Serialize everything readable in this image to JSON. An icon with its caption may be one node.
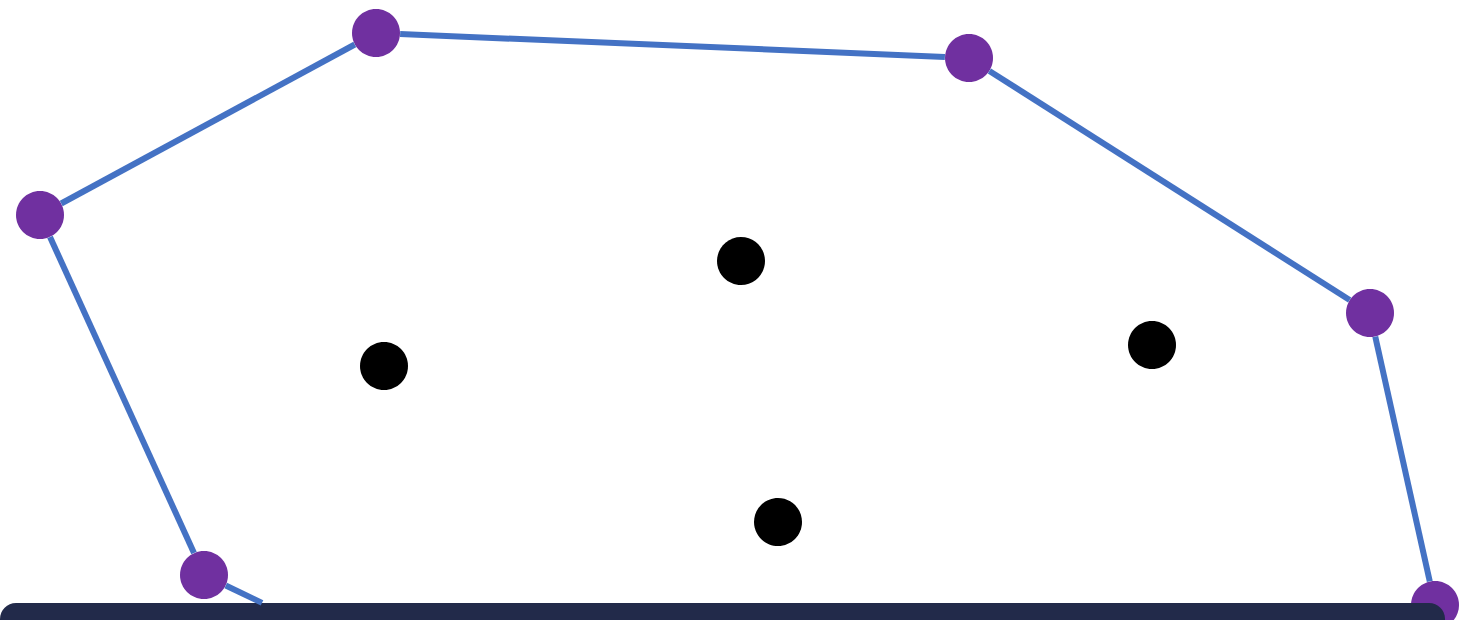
{
  "diagram": {
    "nodes": [
      {
        "text": [],
        "shape": "circle"
      },
      {
        "text": [],
        "shape": "circle"
      },
      {
        "text": [],
        "shape": "circle"
      },
      {
        "text": [],
        "shape": "circle"
      },
      {
        "text": [],
        "shape": "circle"
      },
      {
        "text": [],
        "shape": "circle"
      },
      {
        "text": [],
        "shape": "circle"
      },
      {
        "text": [],
        "shape": "circle"
      },
      {
        "text": [],
        "shape": "circle"
      },
      {
        "text": [],
        "shape": "circle"
      },
      {
        "text": [],
        "shape": "bar"
      }
    ],
    "edges": [
      {
        "from": 0,
        "to": 2,
        "arrow": "none"
      },
      {
        "from": 2,
        "to": 3,
        "arrow": "none"
      },
      {
        "from": 3,
        "to": 4,
        "arrow": "none"
      },
      {
        "from": 4,
        "to": 5,
        "arrow": "none"
      },
      {
        "from": 0,
        "to": 1,
        "arrow": "none"
      },
      {
        "from": 1,
        "to": 10,
        "arrow": "none"
      }
    ]
  }
}
